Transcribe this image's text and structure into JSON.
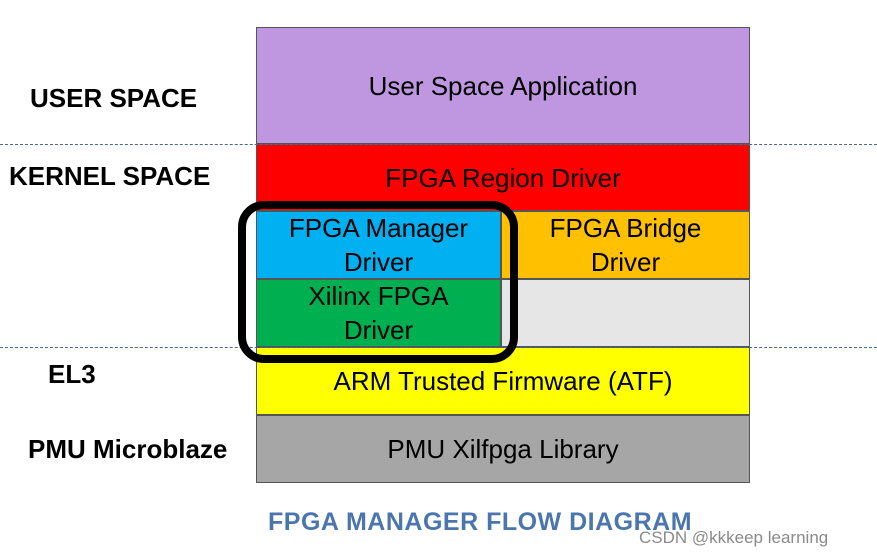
{
  "layers": {
    "user_space": "USER SPACE",
    "kernel_space": "KERNEL SPACE",
    "el3": "EL3",
    "pmu": "PMU Microblaze"
  },
  "blocks": {
    "user_app": {
      "label": "User Space Application",
      "color": "#bf96e0"
    },
    "region_driver": {
      "label": "FPGA Region Driver",
      "color": "#ff0000"
    },
    "manager_driver": {
      "line1": "FPGA Manager",
      "line2": "Driver",
      "color": "#00b0f0"
    },
    "bridge_driver": {
      "line1": "FPGA Bridge",
      "line2": "Driver",
      "color": "#ffc000"
    },
    "xilinx_driver": {
      "line1": "Xilinx FPGA",
      "line2": "Driver",
      "color": "#00b050"
    },
    "empty_block": {
      "color": "#e6e6e6"
    },
    "atf": {
      "label": "ARM Trusted Firmware (ATF)",
      "color": "#ffff00"
    },
    "pmu_lib": {
      "label": "PMU Xilfpga Library",
      "color": "#a6a6a6"
    }
  },
  "caption": "FPGA MANAGER FLOW DIAGRAM",
  "watermark": "CSDN @kkkeep learning"
}
